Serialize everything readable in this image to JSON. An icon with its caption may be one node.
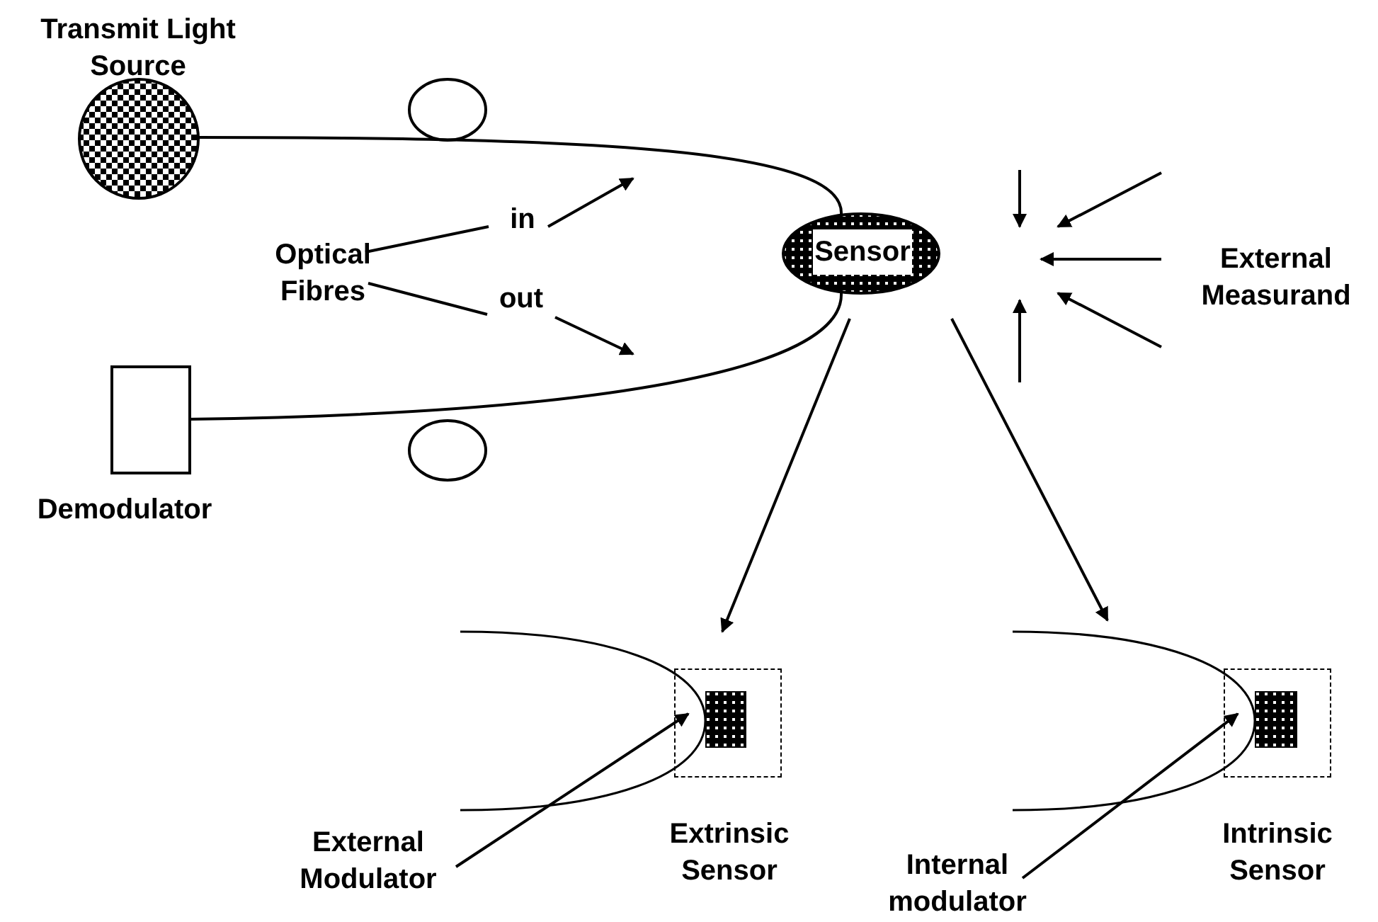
{
  "diagram": {
    "nodes": [
      {
        "text": [
          "Transmit Light Source"
        ]
      },
      {
        "text": [],
        "shape": "circle"
      },
      {
        "text": [
          "Optical Fibres"
        ]
      },
      {
        "text": [
          "in"
        ]
      },
      {
        "text": [
          "out"
        ]
      },
      {
        "text": [
          "Sensor"
        ]
      },
      {
        "text": [
          "External Measurand"
        ]
      },
      {
        "text": [
          "Demodulator"
        ]
      },
      {
        "text": [],
        "shape": "circle"
      },
      {
        "text": [
          "Extrinsic Sensor"
        ]
      },
      {
        "text": [],
        "shape": "box",
        "in": 9
      },
      {
        "text": [
          "External Modulator"
        ]
      },
      {
        "text": [
          "Intrinsic Sensor"
        ]
      },
      {
        "text": [],
        "shape": "box",
        "in": 12
      },
      {
        "text": [
          "Internal modulator"
        ]
      }
    ],
    "edges": [
      {
        "from": 0,
        "to": 5,
        "arrow": "none"
      },
      {
        "from": 5,
        "to": 7,
        "arrow": "none"
      },
      {
        "from": 2,
        "to": 3,
        "arrow": "none"
      },
      {
        "from": 2,
        "to": 4,
        "arrow": "none"
      },
      {
        "from": 3,
        "to": null,
        "arrow": "to"
      },
      {
        "from": 4,
        "to": null,
        "arrow": "to"
      },
      {
        "from": 5,
        "to": 9,
        "arrow": "to"
      },
      {
        "from": 5,
        "to": 12,
        "arrow": "to"
      },
      {
        "from": 11,
        "to": 10,
        "arrow": "to"
      },
      {
        "from": 14,
        "to": 13,
        "arrow": "to"
      }
    ]
  }
}
